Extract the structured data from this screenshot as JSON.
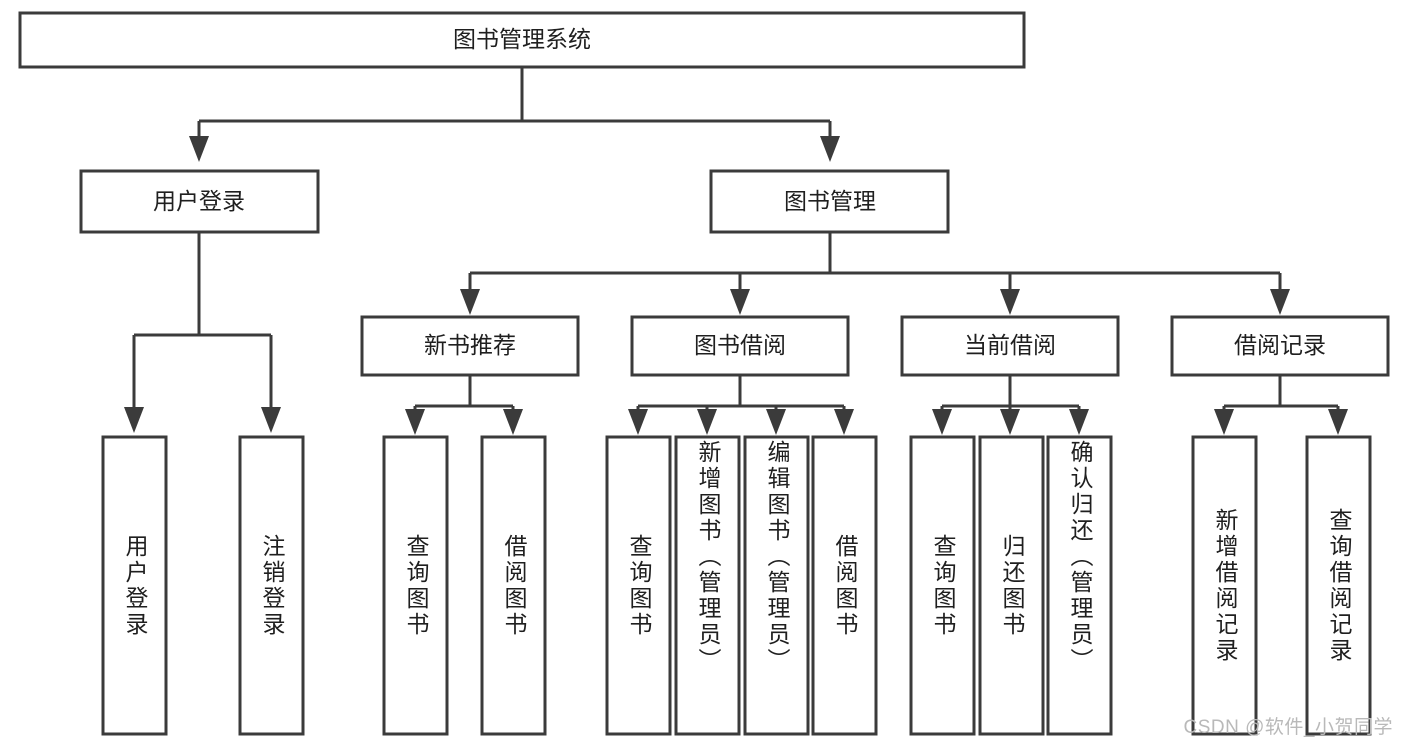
{
  "diagram": {
    "title": "图书管理系统",
    "type": "tree-hierarchy",
    "watermark": "CSDN @软件_小贺同学",
    "colors": {
      "stroke": "#3b3b3b",
      "fill": "#ffffff",
      "text": "#1f1f1f",
      "watermark": "#b9b9b9",
      "background": "#ffffff"
    },
    "levels": {
      "root": "图书管理系统",
      "level2": [
        "用户登录",
        "图书管理"
      ],
      "level3": [
        "新书推荐",
        "图书借阅",
        "当前借阅",
        "借阅记录"
      ]
    },
    "nodes": {
      "root": {
        "label": "图书管理系统"
      },
      "user_login": {
        "label": "用户登录"
      },
      "book_manage": {
        "label": "图书管理"
      },
      "new_book_rec": {
        "label": "新书推荐"
      },
      "book_borrow": {
        "label": "图书借阅"
      },
      "current_borrow": {
        "label": "当前借阅"
      },
      "borrow_record": {
        "label": "借阅记录"
      }
    },
    "leaves": {
      "user_login": [
        "用户登录",
        "注销登录"
      ],
      "new_book_rec": [
        "查询图书",
        "借阅图书"
      ],
      "book_borrow": [
        "查询图书",
        "新增图书（管理员）",
        "编辑图书（管理员）",
        "借阅图书"
      ],
      "current_borrow": [
        "查询图书",
        "归还图书",
        "确认归还（管理员）"
      ],
      "borrow_record": [
        "新增借阅记录",
        "查询借阅记录"
      ]
    }
  }
}
